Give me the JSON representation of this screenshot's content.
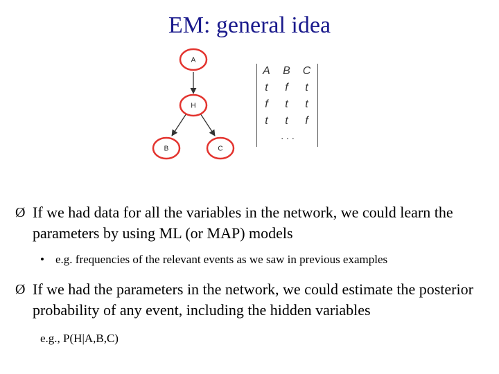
{
  "slide": {
    "title": "EM: general idea",
    "diagram": {
      "nodes": {
        "a": "A",
        "h": "H",
        "b": "B",
        "c": "C"
      },
      "node_color": "#e3342f"
    },
    "table": {
      "headers": [
        "A",
        "B",
        "C"
      ],
      "rows": [
        [
          "t",
          "f",
          "t"
        ],
        [
          "f",
          "t",
          "t"
        ],
        [
          "t",
          "t",
          "f"
        ]
      ],
      "ellipsis": ". . ."
    },
    "bullets": [
      {
        "marker": "Ø",
        "text": "If we had data for all the variables in the network, we could learn the parameters by using ML (or MAP) models",
        "sub": {
          "marker": "•",
          "text": "e.g. frequencies of the relevant events as we saw in previous examples"
        }
      },
      {
        "marker": "Ø",
        "text": "If we had the parameters in the network, we could estimate the posterior probability of any event, including the hidden variables",
        "note": "e.g., P(H|A,B,C)"
      }
    ]
  }
}
